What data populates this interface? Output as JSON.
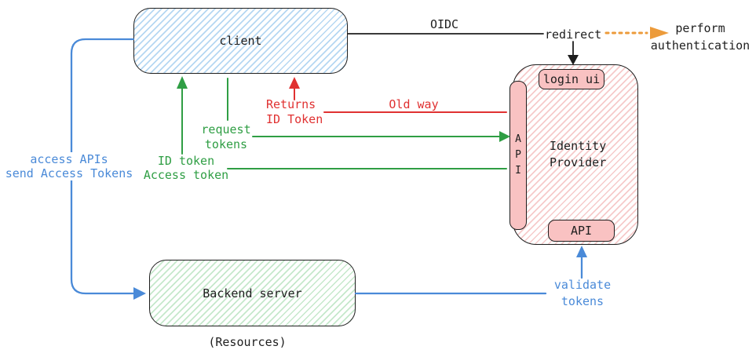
{
  "colors": {
    "ink": "#1e1e1e",
    "red": "#e03131",
    "green": "#2f9e44",
    "blue": "#4a8ad8",
    "orange": "#ec9b3b",
    "hatch-blue": "#b5d7f2",
    "hatch-pink": "#f6caca",
    "hatch-green": "#c5e8cb",
    "solid-pink": "#f9c2c2",
    "bg": "#ffffff"
  },
  "nodes": {
    "client": "client",
    "identity_provider": "Identity\nProvider",
    "login_ui": "login ui",
    "api_side": "A\nP\nI",
    "api_bottom": "API",
    "backend": "Backend server",
    "backend_caption": "(Resources)"
  },
  "labels": {
    "oidc": "OIDC",
    "redirect": "redirect",
    "perform_authentication": "perform\nauthentication",
    "returns_id_token": "Returns\nID Token",
    "old_way": "Old way",
    "request_tokens": "request\ntokens",
    "id_access_token": "ID token\nAccess token",
    "access_apis": "access APIs\nsend Access Tokens",
    "validate_tokens": "validate\ntokens"
  }
}
